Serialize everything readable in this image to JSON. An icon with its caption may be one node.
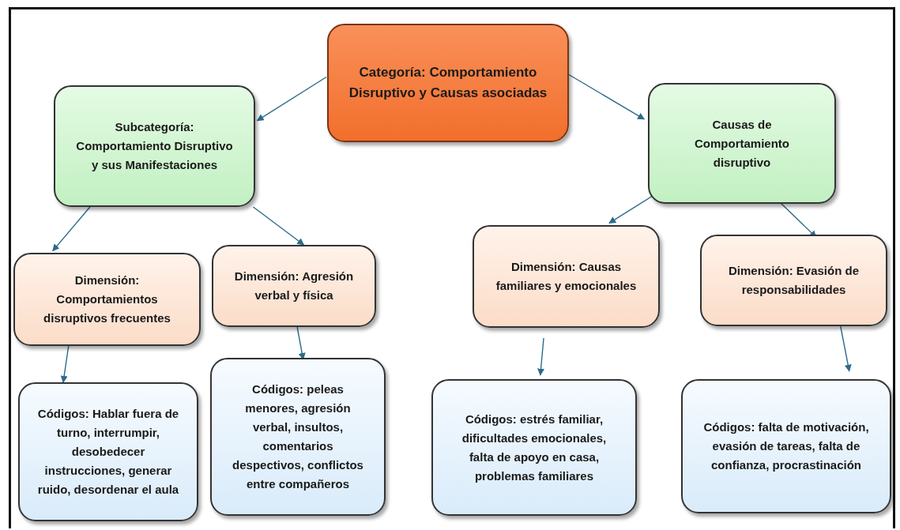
{
  "diagram": {
    "nodes": [
      {
        "text": [
          "Categoría: Comportamiento Disruptivo y Causas asociadas"
        ]
      },
      {
        "text": [
          "Subcategoría: Comportamiento Disruptivo y sus Manifestaciones"
        ]
      },
      {
        "text": [
          "Causas de Comportamiento disruptivo"
        ]
      },
      {
        "text": [
          "Dimensión: Comportamientos disruptivos frecuentes"
        ]
      },
      {
        "text": [
          "Dimensión: Agresión verbal y física"
        ]
      },
      {
        "text": [
          "Dimensión: Causas familiares y emocionales"
        ]
      },
      {
        "text": [
          "Dimensión: Evasión de responsabilidades"
        ]
      },
      {
        "text": [
          "Códigos: Hablar fuera de turno, interrumpir, desobedecer instrucciones, generar ruido, desordenar el aula"
        ]
      },
      {
        "text": [
          "Códigos: peleas menores, agresión verbal, insultos, comentarios despectivos, conflictos entre compañeros"
        ]
      },
      {
        "text": [
          "Códigos: estrés familiar, dificultades emocionales, falta de apoyo en casa, problemas familiares"
        ]
      },
      {
        "text": [
          "Códigos: falta de motivación, evasión de tareas, falta de confianza, procrastinación"
        ]
      }
    ],
    "edges": [
      {
        "from": 0,
        "to": 1,
        "arrow": "to"
      },
      {
        "from": 0,
        "to": 2,
        "arrow": "to"
      },
      {
        "from": 1,
        "to": 3,
        "arrow": "to"
      },
      {
        "from": 1,
        "to": 4,
        "arrow": "to"
      },
      {
        "from": 2,
        "to": 5,
        "arrow": "to"
      },
      {
        "from": 2,
        "to": 6,
        "arrow": "to"
      },
      {
        "from": 3,
        "to": 7,
        "arrow": "to"
      },
      {
        "from": 4,
        "to": 8,
        "arrow": "to"
      },
      {
        "from": 5,
        "to": 9,
        "arrow": "to"
      },
      {
        "from": 6,
        "to": 10,
        "arrow": "to"
      }
    ]
  }
}
